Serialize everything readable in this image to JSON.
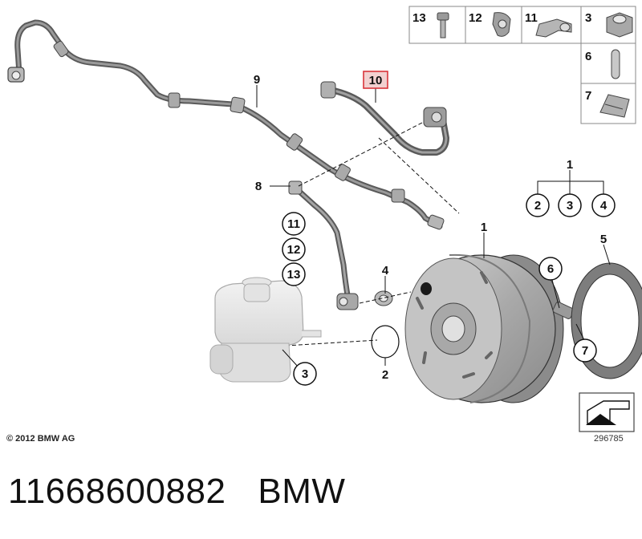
{
  "diagram": {
    "labels": {
      "p1": "1",
      "p2": "2",
      "p3": "3",
      "p4": "4",
      "p5": "5",
      "p6": "6",
      "p7": "7",
      "p8": "8",
      "p9": "9",
      "p10": "10",
      "p11": "11",
      "p12": "12",
      "p13": "13"
    },
    "kit_group": {
      "parent": "1",
      "children": [
        "2",
        "3",
        "4"
      ]
    },
    "hardware_table": [
      "13",
      "12",
      "11",
      "3",
      "6",
      "7"
    ],
    "highlight_color": "#d9343a",
    "copyright": "© 2012 BMW AG",
    "ref_number": "296785"
  },
  "footer": {
    "part_number": "11668600882",
    "brand": "BMW"
  }
}
